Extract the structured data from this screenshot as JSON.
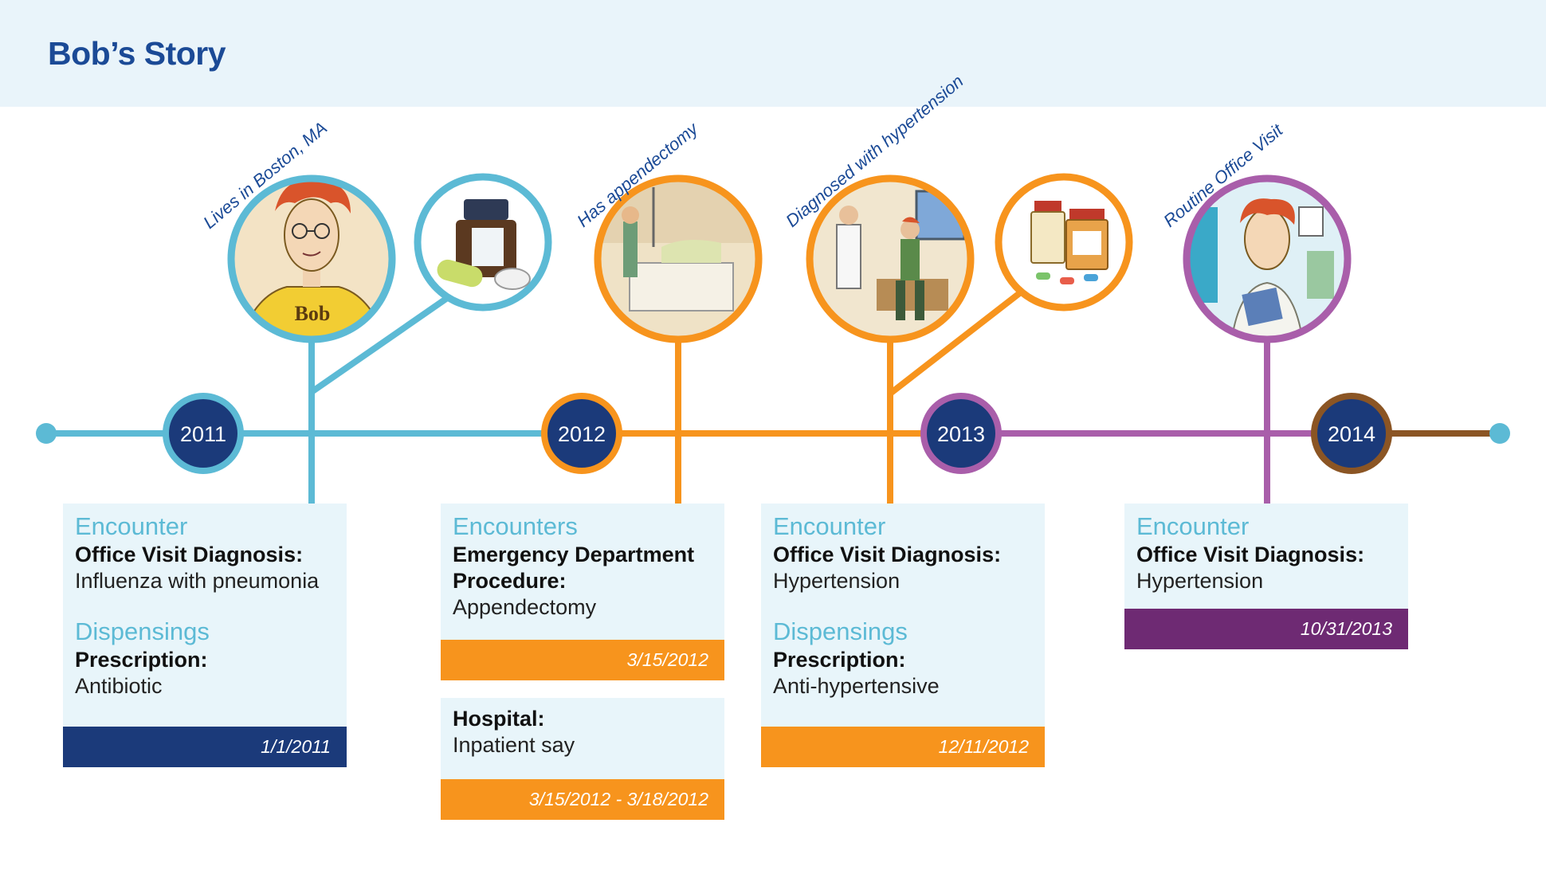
{
  "title": "Bob’s Story",
  "colors": {
    "header_bg": "#e9f4fa",
    "title": "#1b4a96",
    "year_2011": "#5cbad5",
    "year_2012": "#f7941d",
    "year_2013": "#a95eaa",
    "year_2014": "#8b5524",
    "year_fill": "#1b3a7a",
    "card_bg": "#e8f5fa",
    "date_2011": "#1b3a7a",
    "date_orange": "#f7941d",
    "date_purple": "#6e2a73"
  },
  "timeline": {
    "years": [
      "2011",
      "2012",
      "2013",
      "2014"
    ]
  },
  "captions": {
    "boston": "Lives in Boston, MA",
    "appendectomy": "Has appendectomy",
    "hypertension": "Diagnosed with hypertension",
    "routine": "Routine Office Visit"
  },
  "illustrations": [
    "bob-portrait",
    "medication-bottle",
    "hospital-bed",
    "doctor-exam",
    "pill-bottles",
    "office-visit"
  ],
  "cards": {
    "c2011": {
      "heading1": "Encounter",
      "label1": "Office Visit Diagnosis:",
      "value1": "Influenza with pneumonia",
      "heading2": "Dispensings",
      "label2": "Prescription:",
      "value2": "Antibiotic",
      "date": "1/1/2011"
    },
    "c2012a": {
      "heading1": "Encounters",
      "label1": "Emergency Department",
      "label2": "Procedure:",
      "value2": "Appendectomy",
      "date": "3/15/2012"
    },
    "c2012b": {
      "label1": "Hospital:",
      "value1": "Inpatient say",
      "date": "3/15/2012 - 3/18/2012"
    },
    "c2013": {
      "heading1": "Encounter",
      "label1": "Office Visit Diagnosis:",
      "value1": "Hypertension",
      "heading2": "Dispensings",
      "label2": "Prescription:",
      "value2": "Anti-hypertensive",
      "date": "12/11/2012"
    },
    "c2014": {
      "heading1": "Encounter",
      "label1": "Office Visit Diagnosis:",
      "value1": "Hypertension",
      "date": "10/31/2013"
    }
  }
}
